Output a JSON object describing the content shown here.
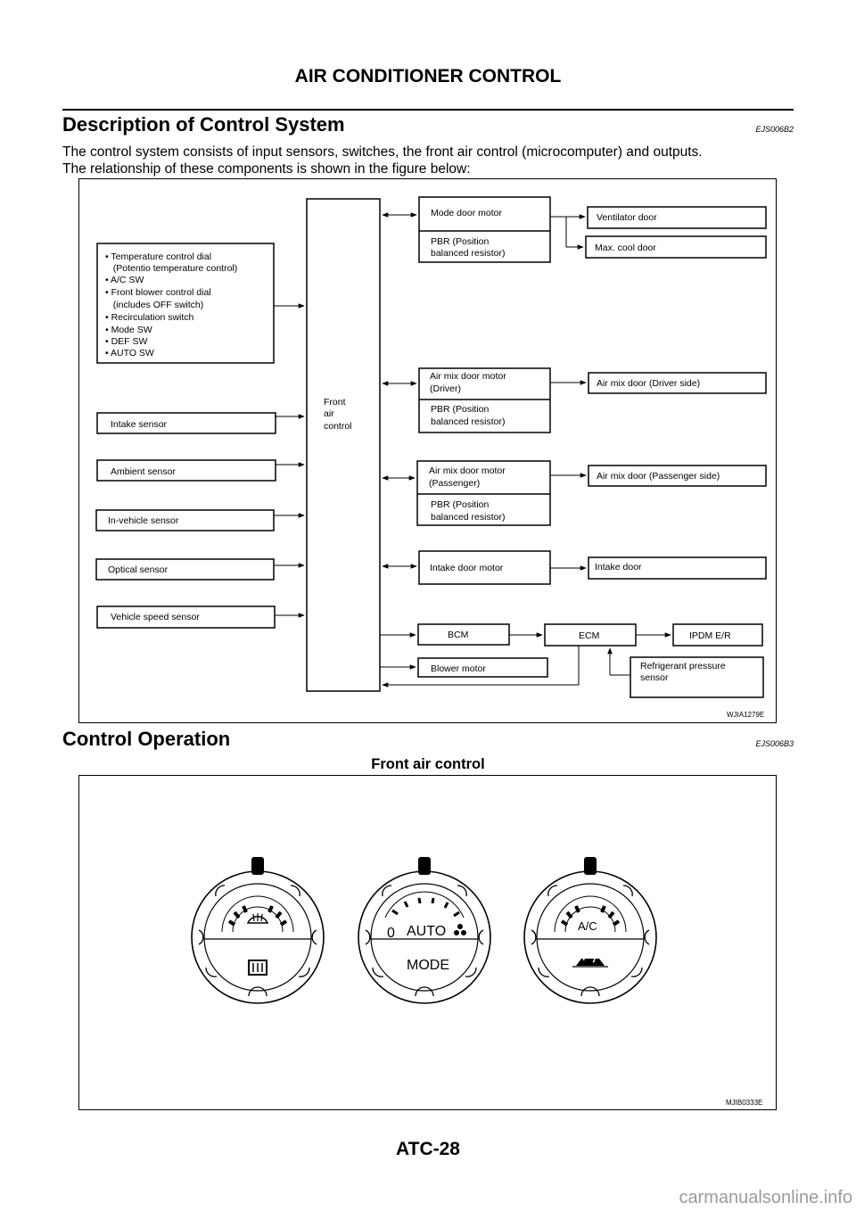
{
  "header": {
    "title": "AIR CONDITIONER CONTROL"
  },
  "section1": {
    "title": "Description of Control System",
    "code": "EJS006B2",
    "paragraph_line1": "The control system consists of input sensors, switches, the front air control (microcomputer) and outputs.",
    "paragraph_line2": "The relationship of these components is shown in the figure below:"
  },
  "diagram1": {
    "figure_code": "WJIA1279E",
    "inputs": {
      "switch_list": [
        "• Temperature control dial",
        "   (Potentio temperature control)",
        "• A/C SW",
        "• Front blower control dial",
        "   (includes OFF switch)",
        "• Recirculation switch",
        "• Mode SW",
        "• DEF SW",
        "• AUTO SW"
      ],
      "intake_sensor": "Intake sensor",
      "ambient_sensor": "Ambient sensor",
      "in_vehicle_sensor": "In-vehicle sensor",
      "optical_sensor": "Optical sensor",
      "vehicle_speed_sensor": "Vehicle speed sensor"
    },
    "controller": [
      "Front",
      "air",
      "control"
    ],
    "outputs": {
      "mode_motor": "Mode door motor",
      "mode_pbr": [
        "PBR (Position",
        "balanced resistor)"
      ],
      "ventilator_door": "Ventilator door",
      "max_cool_door": "Max. cool door",
      "airmix_driver_motor": [
        "Air mix door motor",
        "(Driver)"
      ],
      "airmix_driver_pbr": [
        "PBR (Position",
        "balanced resistor)"
      ],
      "airmix_driver_door": "Air mix door (Driver side)",
      "airmix_pass_motor": [
        "Air mix door motor",
        "(Passenger)"
      ],
      "airmix_pass_pbr": [
        "PBR (Position",
        "balanced resistor)"
      ],
      "airmix_pass_door": "Air mix door (Passenger side)",
      "intake_motor": "Intake door motor",
      "intake_door": "Intake door",
      "bcm": "BCM",
      "ecm": "ECM",
      "ipdm": "IPDM E/R",
      "blower_motor": "Blower motor",
      "refrigerant_sensor": [
        "Refrigerant pressure",
        "sensor"
      ]
    }
  },
  "section2": {
    "title": "Control Operation",
    "code": "EJS006B3",
    "subheading": "Front air control"
  },
  "diagram2": {
    "figure_code": "MJIB0333E",
    "dial_middle_auto": "AUTO",
    "dial_middle_zero": "0",
    "dial_middle_mode": "MODE",
    "dial_right_ac": "A/C"
  },
  "footer": {
    "page_number": "ATC-28",
    "watermark": "carmanualsonline.info"
  }
}
